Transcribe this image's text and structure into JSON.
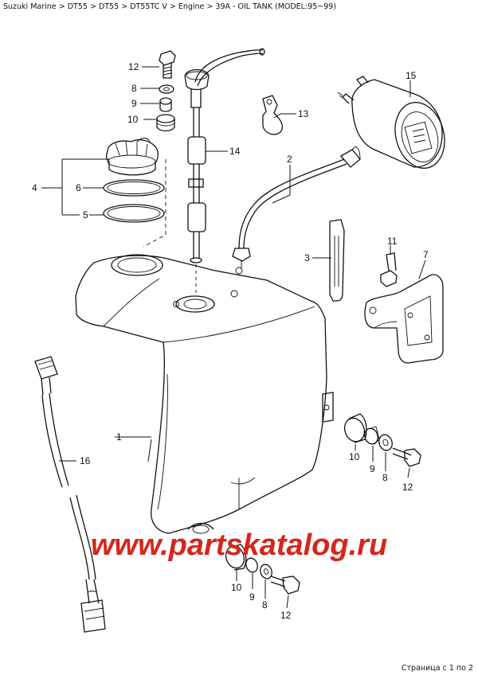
{
  "breadcrumb": {
    "items": [
      "Suzuki Marine",
      "DT55",
      "DT55",
      "DT55TC V",
      "Engine",
      "39A - OIL TANK (MODEL:95~99)"
    ],
    "separator": ">"
  },
  "callouts": [
    "1",
    "2",
    "3",
    "4",
    "5",
    "6",
    "7",
    "8",
    "9",
    "10",
    "11",
    "12",
    "13",
    "14",
    "15",
    "16"
  ],
  "watermark": "www.partskatalog.ru",
  "footer": {
    "page_text": "Страница с 1 по 2"
  },
  "colors": {
    "watermark": "#d6261c",
    "line": "#111111"
  }
}
